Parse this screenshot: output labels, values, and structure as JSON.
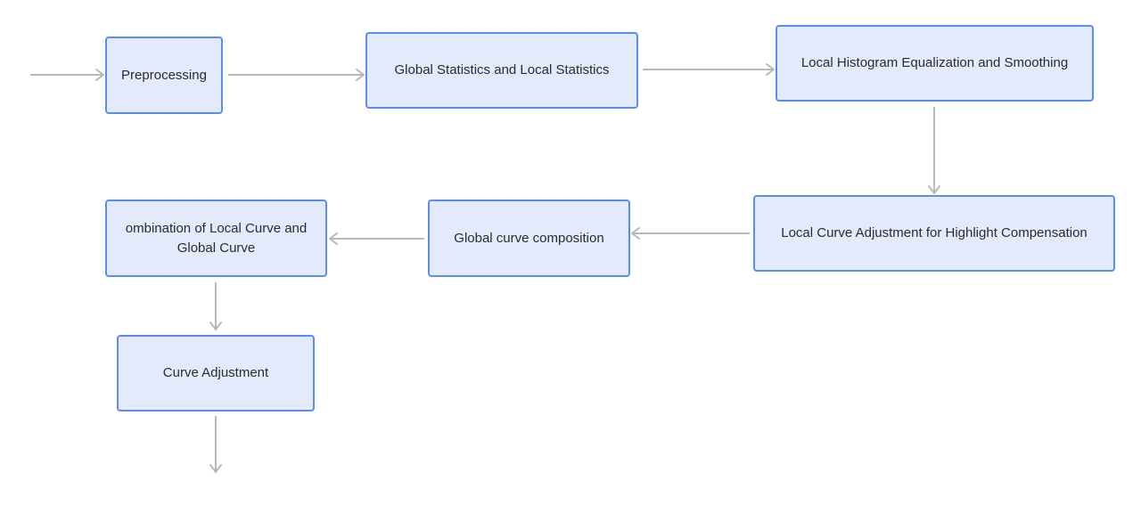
{
  "diagram": {
    "nodes": [
      {
        "id": "n1",
        "label": "Preprocessing"
      },
      {
        "id": "n2",
        "label": "Global Statistics and Local Statistics"
      },
      {
        "id": "n3",
        "label": "Local Histogram Equalization and Smoothing"
      },
      {
        "id": "n4",
        "label": "Local Curve Adjustment for Highlight Compensation"
      },
      {
        "id": "n5",
        "label": "Global curve composition"
      },
      {
        "id": "n6",
        "label": "ombination of Local Curve and Global Curve"
      },
      {
        "id": "n7",
        "label": "Curve Adjustment"
      }
    ],
    "edges": [
      {
        "from": "input",
        "to": "n1"
      },
      {
        "from": "n1",
        "to": "n2"
      },
      {
        "from": "n2",
        "to": "n3"
      },
      {
        "from": "n3",
        "to": "n4"
      },
      {
        "from": "n4",
        "to": "n5"
      },
      {
        "from": "n5",
        "to": "n6"
      },
      {
        "from": "n6",
        "to": "n7"
      },
      {
        "from": "n7",
        "to": "output"
      }
    ],
    "colors": {
      "node_fill": "#e3eafc",
      "node_border": "#5b8def",
      "connector": "#b8b8b8",
      "text": "#2b2b2b"
    }
  }
}
